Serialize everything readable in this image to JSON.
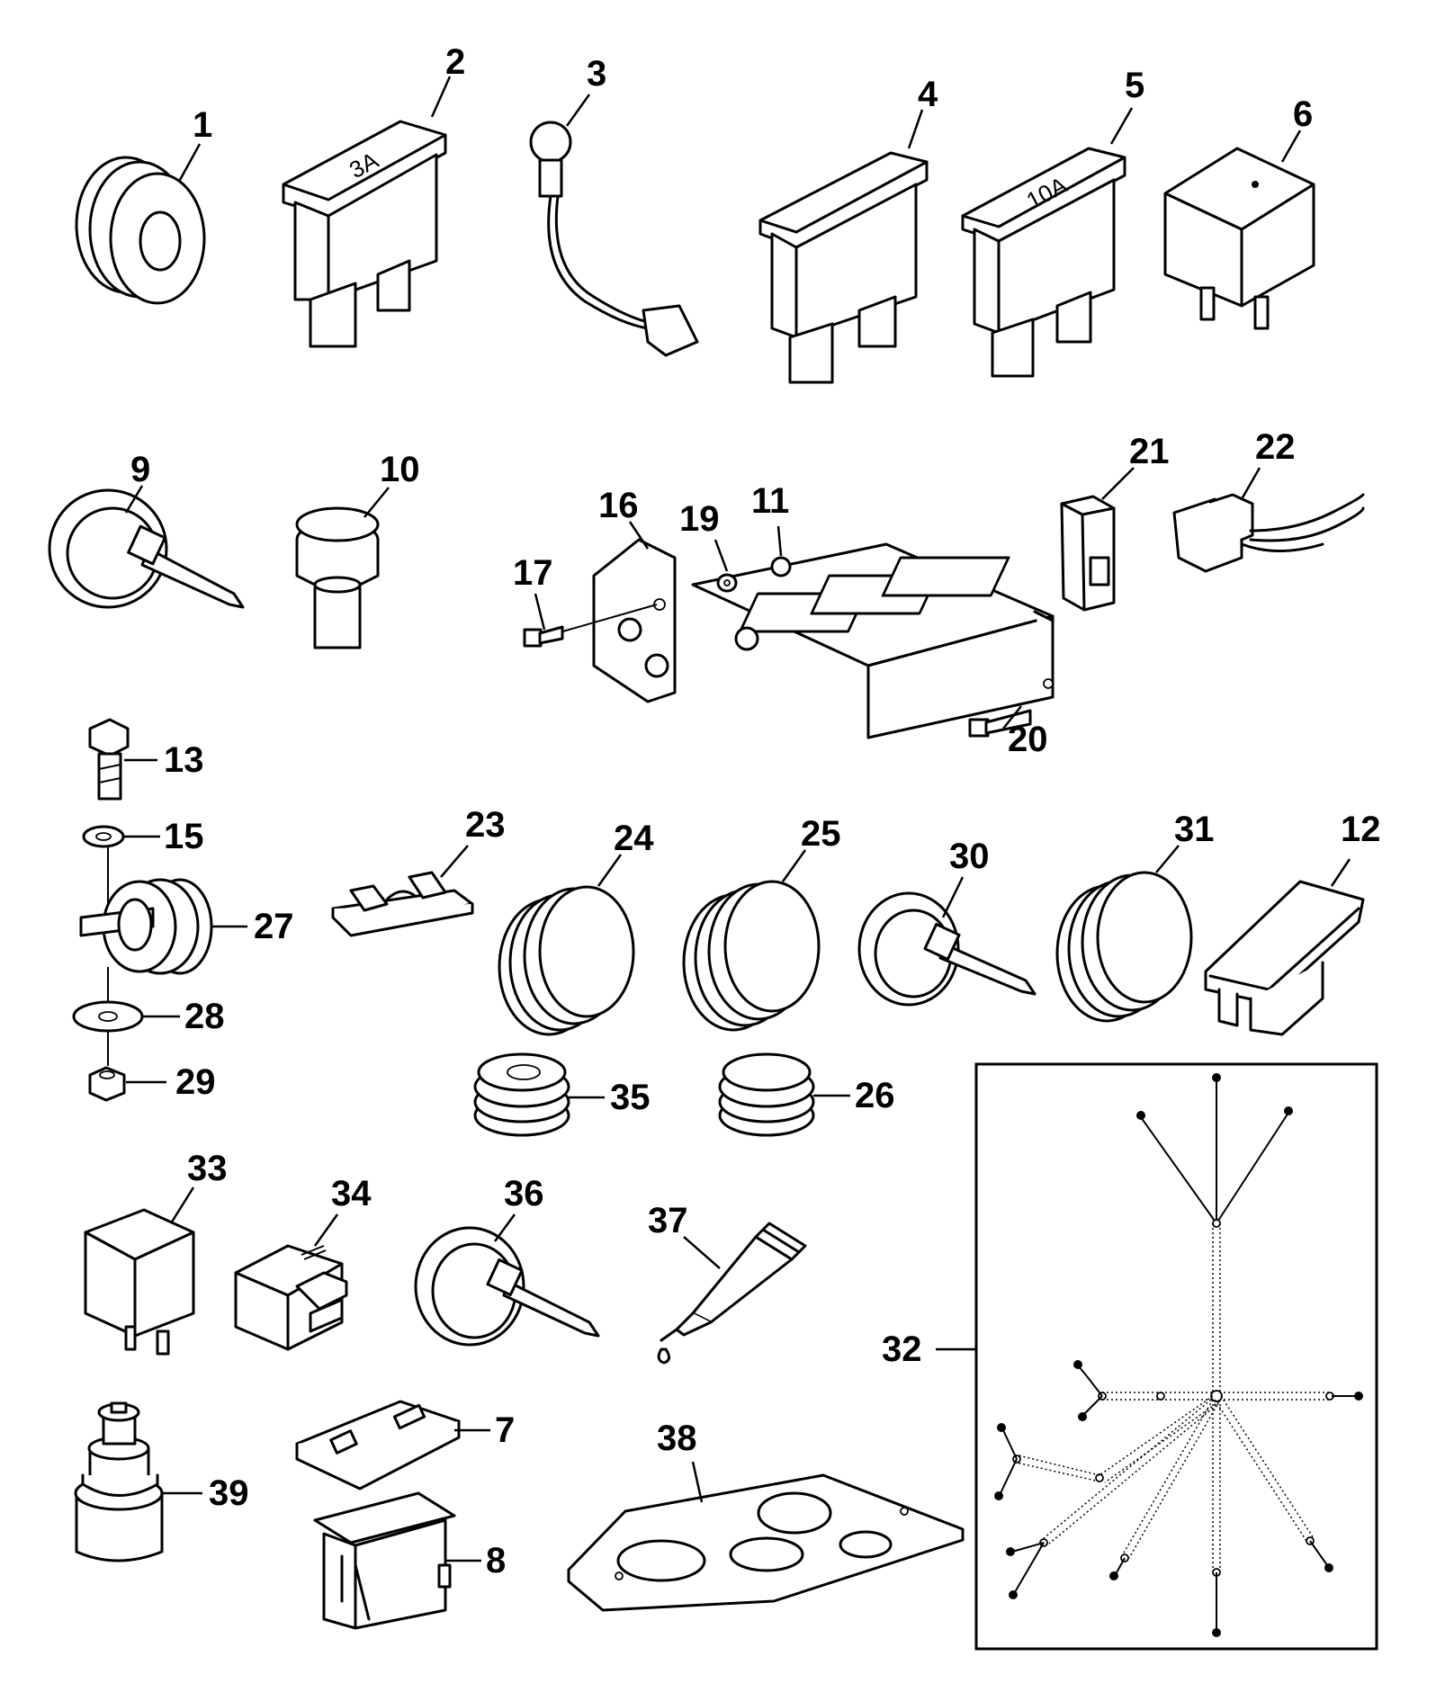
{
  "diagram": {
    "callouts": [
      "1",
      "2",
      "3",
      "4",
      "5",
      "6",
      "7",
      "8",
      "9",
      "10",
      "11",
      "12",
      "13",
      "15",
      "16",
      "17",
      "19",
      "20",
      "21",
      "22",
      "23",
      "24",
      "25",
      "26",
      "27",
      "28",
      "29",
      "30",
      "31",
      "32",
      "33",
      "34",
      "35",
      "36",
      "37",
      "38",
      "39"
    ],
    "fuse_labels": {
      "fuse_2": "3A",
      "fuse_5": "10A"
    }
  }
}
